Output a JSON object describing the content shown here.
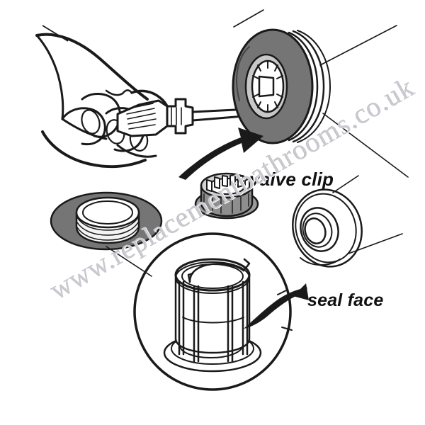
{
  "figure": {
    "kind": "exploded-assembly-diagram",
    "subject": "bathroom waste valve assembly",
    "background_color": "#ffffff",
    "line_color": "#1a1a1a",
    "shade_gray": "#757575",
    "shade_light": "#c8c8c8"
  },
  "labels": {
    "valve_clip": "valve clip",
    "seal_face": "seal face"
  },
  "watermark": {
    "text": "www.replacementbathrooms.co.uk",
    "color": "#c9c9cf",
    "rotation_deg": -30
  },
  "parts": [
    {
      "id": "hand-screwdriver",
      "name": "hand holding screwdriver",
      "position": "top-left"
    },
    {
      "id": "valve-body",
      "name": "valve body with splined hub",
      "position": "top-right"
    },
    {
      "id": "flange-ring",
      "name": "gray flange with threaded ring",
      "position": "mid-left"
    },
    {
      "id": "valve-clip",
      "name": "castellated valve clip ring",
      "position": "center"
    },
    {
      "id": "seal-face-disc",
      "name": "seal face disc",
      "position": "mid-right"
    },
    {
      "id": "strainer-cage",
      "name": "strainer cage detail view",
      "position": "bottom-center"
    }
  ],
  "arrows": [
    {
      "id": "arrow-to-valve-body",
      "direction": "up-right"
    },
    {
      "id": "arrow-to-seal-face",
      "direction": "left"
    }
  ]
}
